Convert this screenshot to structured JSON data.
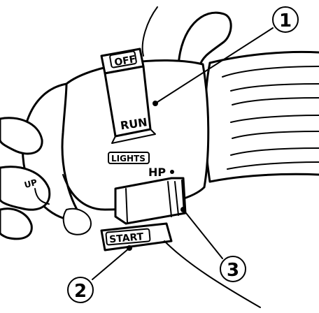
{
  "switch_labels": {
    "off": "OFF",
    "run": "RUN",
    "lights": "LIGHTS",
    "hp": "HP",
    "start": "START"
  },
  "callouts": [
    {
      "number": "1"
    },
    {
      "number": "2"
    },
    {
      "number": "3"
    }
  ],
  "finger_text": "UP"
}
